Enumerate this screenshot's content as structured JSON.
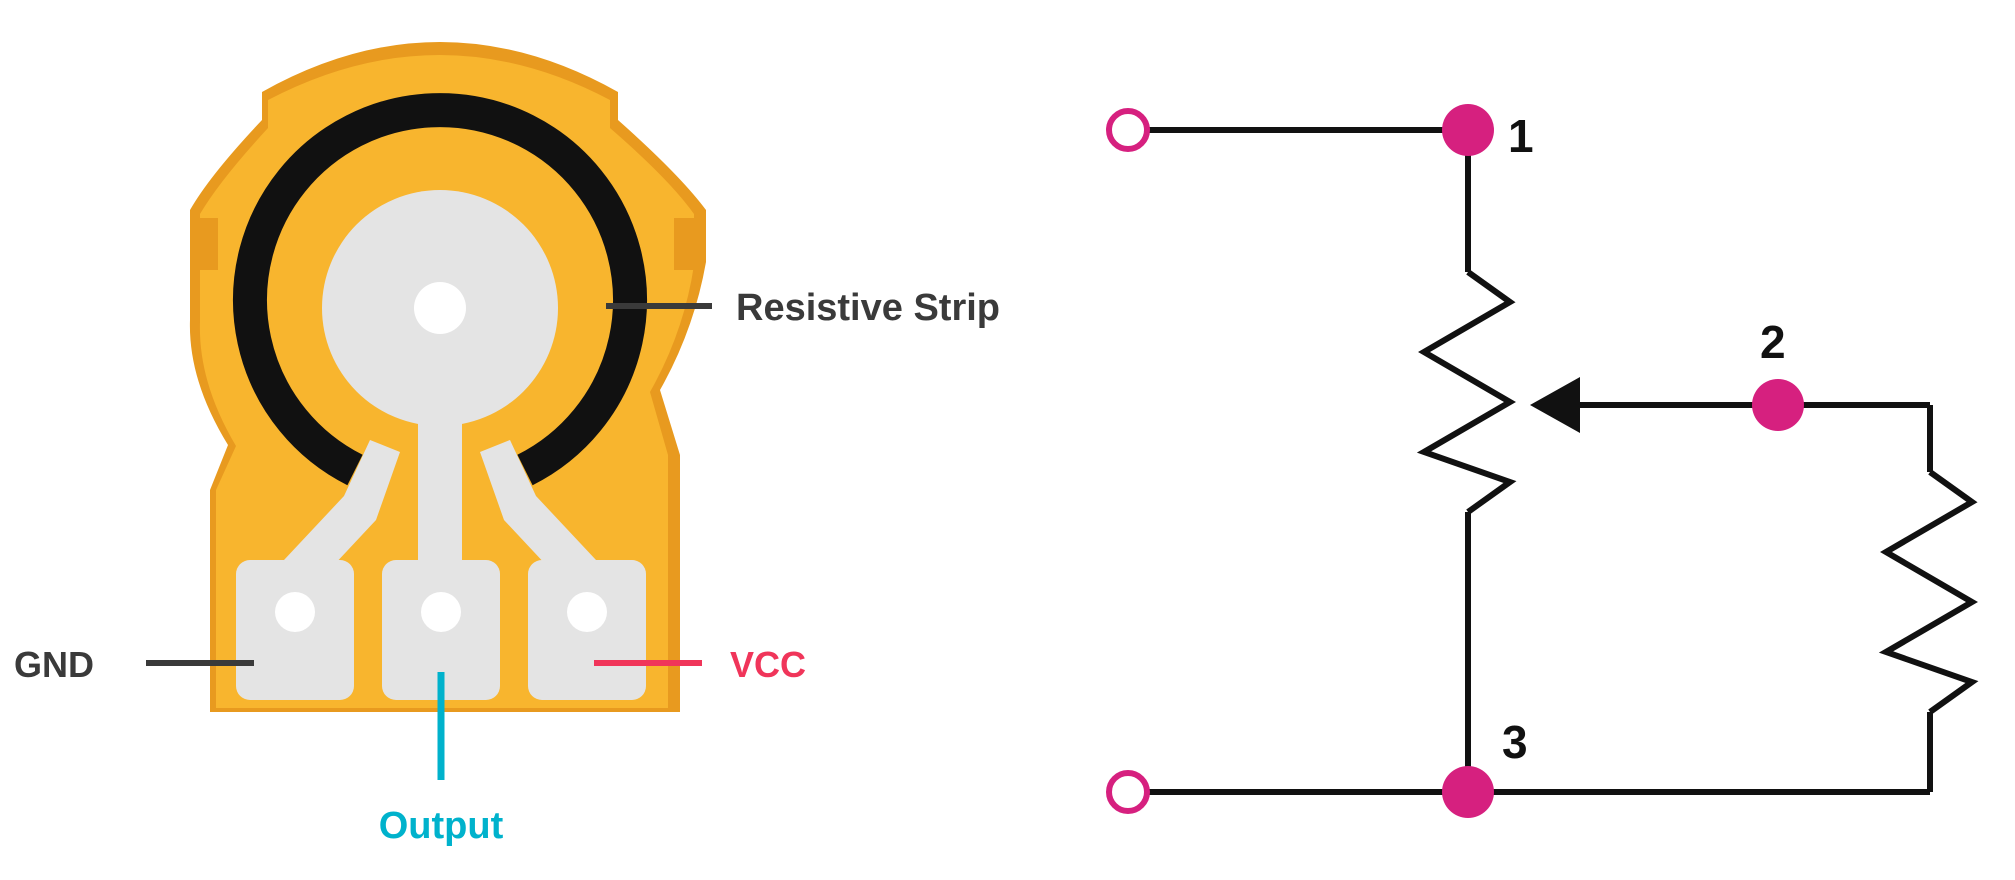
{
  "pot_diagram": {
    "labels": {
      "resistive_strip": "Resistive Strip",
      "gnd": "GND",
      "output": "Output",
      "vcc": "VCC"
    }
  },
  "schematic": {
    "node_labels": {
      "n1": "1",
      "n2": "2",
      "n3": "3"
    }
  },
  "colors": {
    "body": "#F8B52E",
    "body_shadow": "#E89A1F",
    "strip": "#111111",
    "metal": "#E4E4E4",
    "label_dark": "#3A3A3A",
    "output": "#00B2CC",
    "vcc": "#F0355A",
    "node": "#D6207F",
    "wire": "#111111"
  }
}
